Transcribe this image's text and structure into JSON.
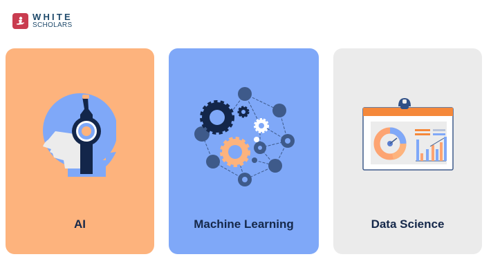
{
  "brand": {
    "name_line1": "WHITE",
    "name_line2": "SCHOLARS",
    "logo_color": "#c93c4f",
    "text_color": "#1f4a6b"
  },
  "cards": [
    {
      "title": "AI",
      "icon": "ai-head-headphones-icon",
      "color": "#fdb37d"
    },
    {
      "title": "Machine Learning",
      "icon": "gears-network-icon",
      "color": "#7fa8f8"
    },
    {
      "title": "Data Science",
      "icon": "dashboard-charts-icon",
      "color": "#ebebeb"
    }
  ],
  "colors": {
    "title_text": "#15284a",
    "navy": "#14284b",
    "orange": "#f5883a"
  }
}
